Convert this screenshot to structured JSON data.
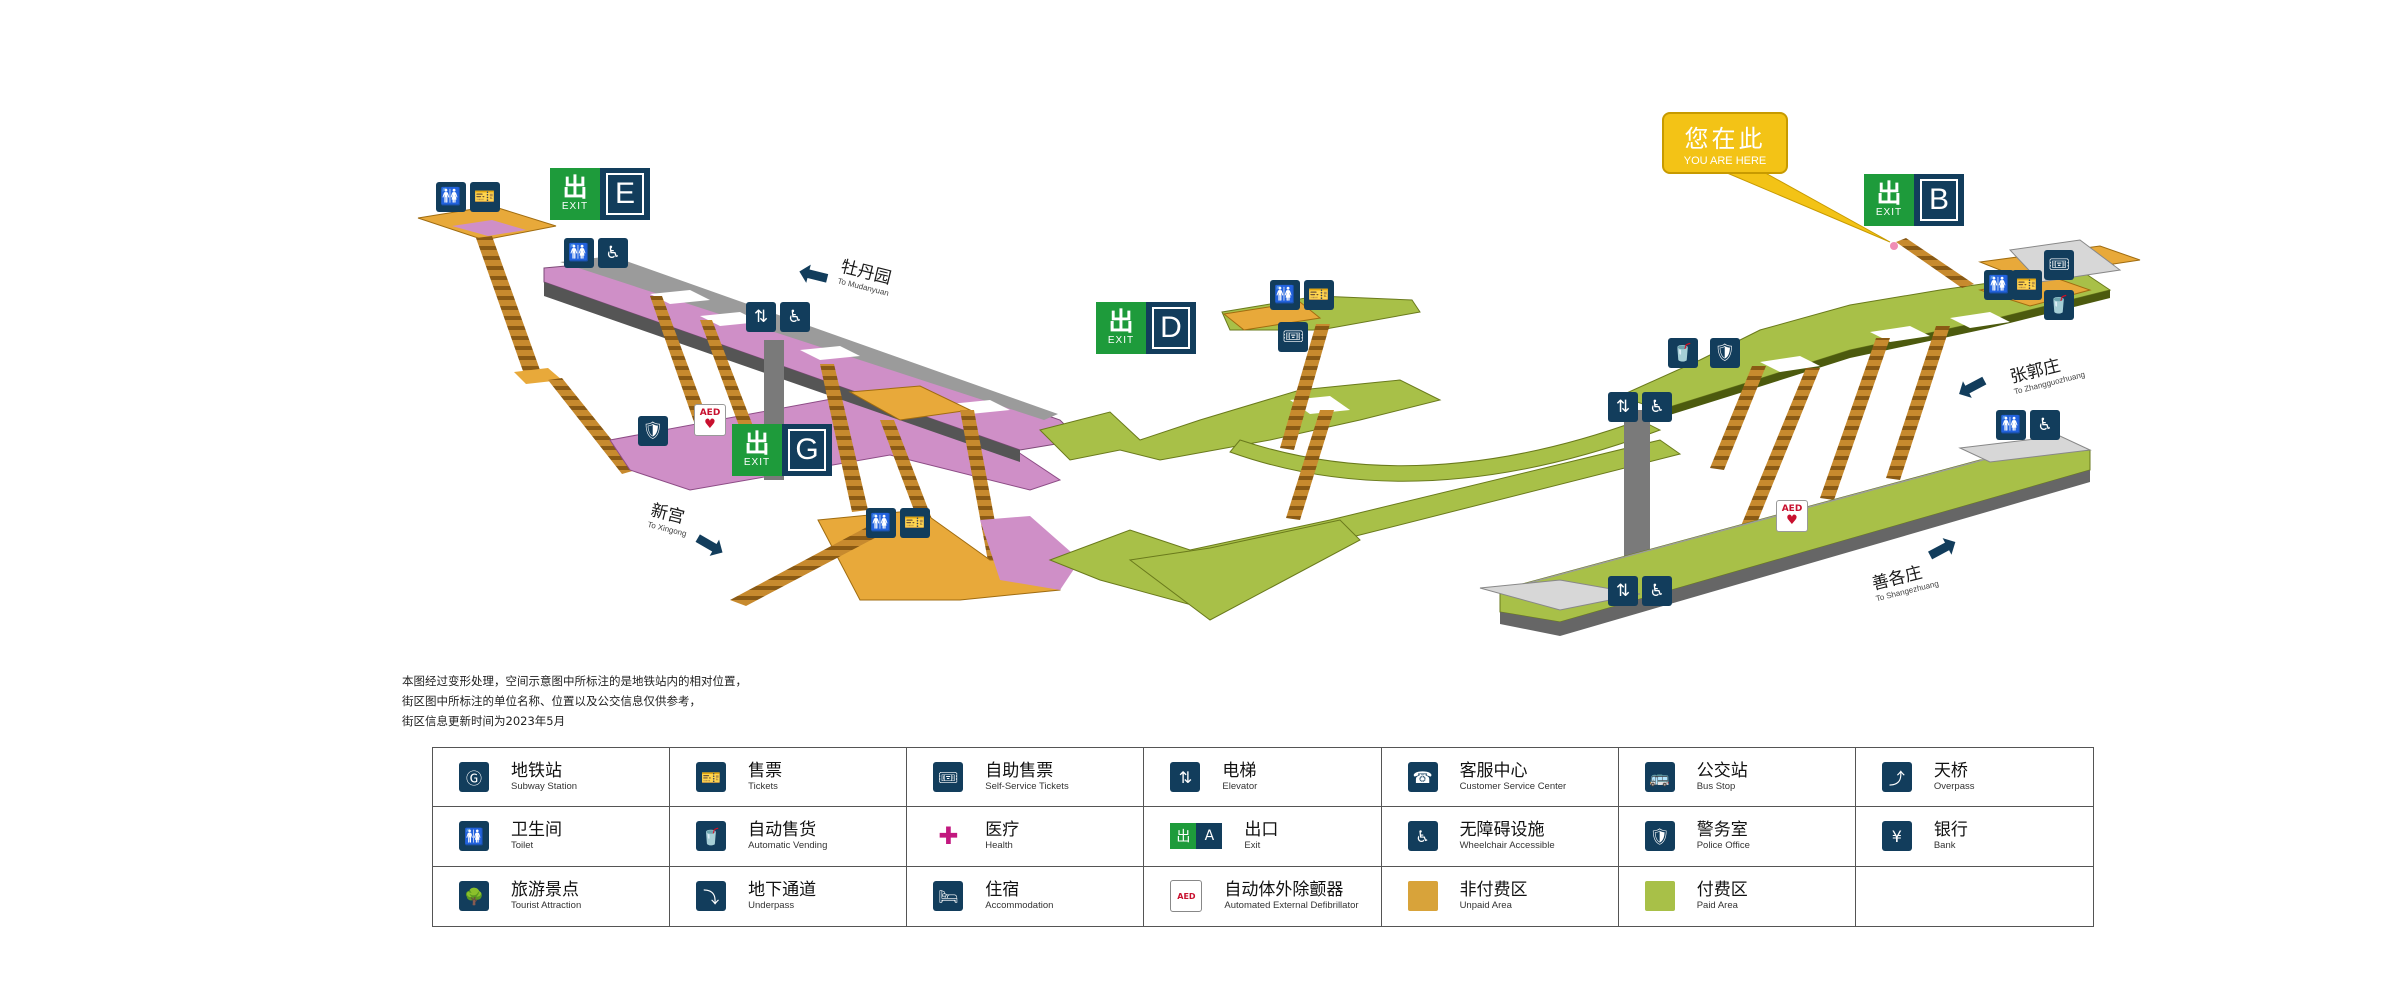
{
  "colors": {
    "unpaid": "#e8a93a",
    "paid": "#a8c048",
    "concourse_pink": "#cf8fc7",
    "exit_green": "#1e9b3b",
    "sign_navy": "#123d5c",
    "you_are_here": "#f3c316"
  },
  "exits": [
    {
      "id": "E",
      "label": "E",
      "word": "EXIT",
      "glyph": "出"
    },
    {
      "id": "D",
      "label": "D",
      "word": "EXIT",
      "glyph": "出"
    },
    {
      "id": "G",
      "label": "G",
      "word": "EXIT",
      "glyph": "出"
    },
    {
      "id": "B",
      "label": "B",
      "word": "EXIT",
      "glyph": "出"
    }
  ],
  "you_are_here": {
    "zh": "您在此",
    "en": "YOU ARE HERE"
  },
  "directions": {
    "mudanyuan": {
      "zh": "牡丹园",
      "en": "To Mudanyuan"
    },
    "xingong": {
      "zh": "新宫",
      "en": "To Xingong"
    },
    "zhangguozhuang": {
      "zh": "张郭庄",
      "en": "To Zhangguozhuang"
    },
    "shangezhuang": {
      "zh": "善各庄",
      "en": "To Shangezhuang"
    }
  },
  "map_icons": [
    {
      "name": "toilet-icon",
      "glyph": "🚻"
    },
    {
      "name": "ticket-icon",
      "glyph": "🎫"
    },
    {
      "name": "wheelchair-icon",
      "glyph": "♿"
    },
    {
      "name": "elevator-icon",
      "glyph": "⇅"
    },
    {
      "name": "police-icon",
      "glyph": "🛡"
    },
    {
      "name": "vending-icon",
      "glyph": "🥤"
    },
    {
      "name": "self-ticket-icon",
      "glyph": "🎟"
    },
    {
      "name": "aed-icon",
      "glyph": "AED"
    }
  ],
  "notes": [
    "本图经过变形处理，空间示意图中所标注的是地铁站内的相对位置，",
    "街区图中所标注的单位名称、位置以及公交信息仅供参考，",
    "街区信息更新时间为2023年5月"
  ],
  "legend": [
    {
      "zh": "地铁站",
      "en": "Subway Station",
      "icon": "subway-station-icon",
      "glyph": "Ⓖ"
    },
    {
      "zh": "售票",
      "en": "Tickets",
      "icon": "tickets-icon",
      "glyph": "🎫"
    },
    {
      "zh": "自助售票",
      "en": "Self-Service Tickets",
      "icon": "self-service-tickets-icon",
      "glyph": "🎟"
    },
    {
      "zh": "电梯",
      "en": "Elevator",
      "icon": "elevator-icon",
      "glyph": "⇅"
    },
    {
      "zh": "客服中心",
      "en": "Customer Service Center",
      "icon": "customer-service-icon",
      "glyph": "☎"
    },
    {
      "zh": "公交站",
      "en": "Bus Stop",
      "icon": "bus-stop-icon",
      "glyph": "🚌"
    },
    {
      "zh": "天桥",
      "en": "Overpass",
      "icon": "overpass-icon",
      "glyph": "⤴"
    },
    {
      "zh": "卫生间",
      "en": "Toilet",
      "icon": "toilet-icon",
      "glyph": "🚻"
    },
    {
      "zh": "自动售货",
      "en": "Automatic Vending",
      "icon": "vending-icon",
      "glyph": "🥤"
    },
    {
      "zh": "医疗",
      "en": "Health",
      "icon": "health-icon",
      "glyph": "✚"
    },
    {
      "zh": "出口",
      "en": "Exit",
      "icon": "exit-icon",
      "glyph": "出",
      "letter": "A"
    },
    {
      "zh": "无障碍设施",
      "en": "Wheelchair Accessible",
      "icon": "wheelchair-icon",
      "glyph": "♿"
    },
    {
      "zh": "警务室",
      "en": "Police Office",
      "icon": "police-office-icon",
      "glyph": "🛡"
    },
    {
      "zh": "银行",
      "en": "Bank",
      "icon": "bank-icon",
      "glyph": "¥"
    },
    {
      "zh": "旅游景点",
      "en": "Tourist Attraction",
      "icon": "tourist-attraction-icon",
      "glyph": "🌳"
    },
    {
      "zh": "地下通道",
      "en": "Underpass",
      "icon": "underpass-icon",
      "glyph": "⤵"
    },
    {
      "zh": "住宿",
      "en": "Accommodation",
      "icon": "accommodation-icon",
      "glyph": "🛏"
    },
    {
      "zh": "自动体外除颤器",
      "en": "Automated External Defibrillator",
      "icon": "aed-icon",
      "glyph": "AED"
    },
    {
      "zh": "非付费区",
      "en": "Unpaid Area",
      "icon": "unpaid-area-swatch",
      "glyph": ""
    },
    {
      "zh": "付费区",
      "en": "Paid Area",
      "icon": "paid-area-swatch",
      "glyph": ""
    },
    {
      "zh": "",
      "en": "",
      "icon": "",
      "glyph": ""
    }
  ]
}
